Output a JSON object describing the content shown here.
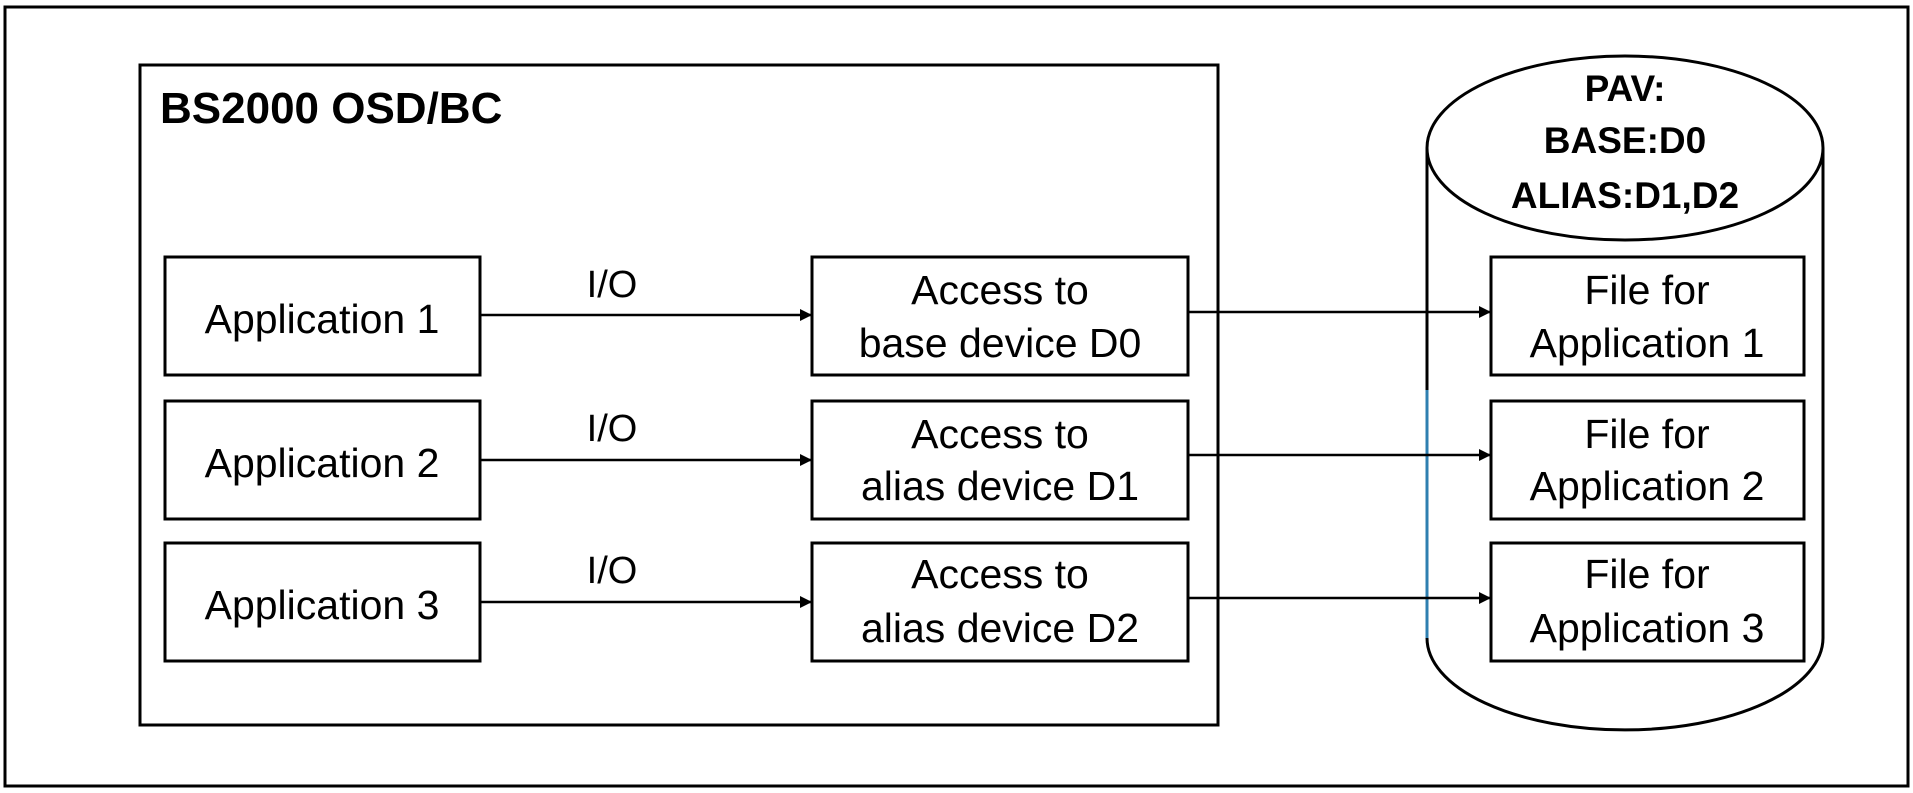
{
  "system": {
    "title": "BS2000 OSD/BC"
  },
  "applications": [
    {
      "label": "Application 1"
    },
    {
      "label": "Application 2"
    },
    {
      "label": "Application 3"
    }
  ],
  "io_labels": [
    "I/O",
    "I/O",
    "I/O"
  ],
  "access": [
    {
      "line1": "Access to",
      "line2": "base device D0"
    },
    {
      "line1": "Access to",
      "line2": "alias device D1"
    },
    {
      "line1": "Access to",
      "line2": "alias device D2"
    }
  ],
  "pav": {
    "line1": "PAV:",
    "line2": "BASE:D0",
    "line3": "ALIAS:D1,D2"
  },
  "files": [
    {
      "line1": "File for",
      "line2": "Application 1"
    },
    {
      "line1": "File for",
      "line2": "Application 2"
    },
    {
      "line1": "File for",
      "line2": "Application 3"
    }
  ]
}
